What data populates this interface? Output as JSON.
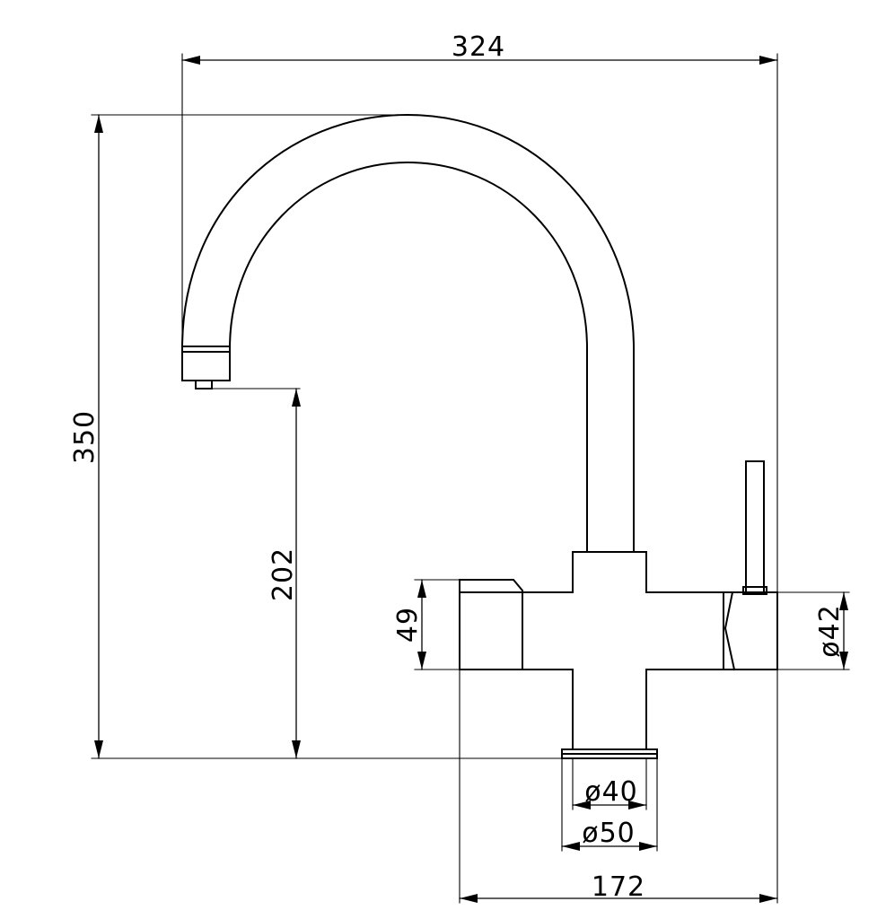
{
  "drawing": {
    "ink_color": "#000000",
    "background": "#ffffff",
    "dimensions": {
      "overall_width": "324",
      "overall_height": "350",
      "spout_clearance": "202",
      "side_handle_height": "49",
      "right_body_diameter": "ø42",
      "shank_diameter": "ø40",
      "base_diameter": "ø50",
      "body_width": "172"
    }
  }
}
